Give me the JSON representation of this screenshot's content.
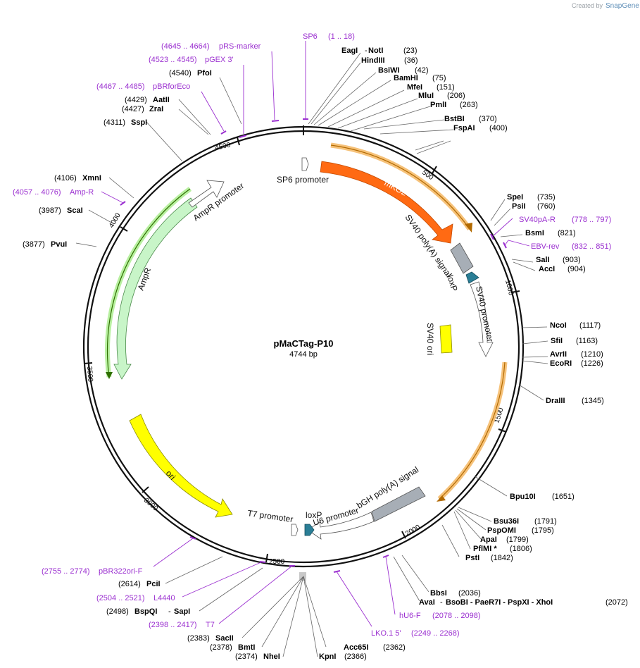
{
  "brand": {
    "created_by": "Created by",
    "app": "SnapGene"
  },
  "plasmid": {
    "name": "pMaCTag-P10",
    "length": "4744 bp"
  },
  "ticks": [
    "500",
    "1000",
    "1500",
    "2000",
    "2500",
    "3000",
    "3500",
    "4000",
    "4500"
  ],
  "features": [
    {
      "id": "sp6-promoter",
      "label": "SP6 promoter"
    },
    {
      "id": "mko2",
      "label": "mKO2"
    },
    {
      "id": "sv40-polya",
      "label": "SV40 poly(A) signal"
    },
    {
      "id": "loxp-1",
      "label": "loxP"
    },
    {
      "id": "sv40-promoter",
      "label": "SV40 promoter"
    },
    {
      "id": "sv40-ori",
      "label": "SV40 ori"
    },
    {
      "id": "bgh-polya",
      "label": "bGH poly(A) signal"
    },
    {
      "id": "u6-promoter",
      "label": "U6 promoter"
    },
    {
      "id": "loxp-2",
      "label": "loxP"
    },
    {
      "id": "t7-promoter",
      "label": "T7 promoter"
    },
    {
      "id": "ori",
      "label": "ori"
    },
    {
      "id": "ampr",
      "label": "AmpR"
    },
    {
      "id": "ampr-promoter",
      "label": "AmpR promoter"
    }
  ],
  "primers": [
    {
      "id": "sp6",
      "name": "SP6",
      "range": "(1 .. 18)"
    },
    {
      "id": "prs-marker",
      "name": "pRS-marker",
      "range": "(4645 .. 4664)"
    },
    {
      "id": "pgex3",
      "name": "pGEX 3'",
      "range": "(4523 .. 4545)"
    },
    {
      "id": "pbrforeco",
      "name": "pBRforEco",
      "range": "(4467 .. 4485)"
    },
    {
      "id": "amp-r",
      "name": "Amp-R",
      "range": "(4057 .. 4076)"
    },
    {
      "id": "sv40pa-r",
      "name": "SV40pA-R",
      "range": "(778 .. 797)"
    },
    {
      "id": "ebv-rev",
      "name": "EBV-rev",
      "range": "(832 .. 851)"
    },
    {
      "id": "hu6-f",
      "name": "hU6-F",
      "range": "(2078 .. 2098)"
    },
    {
      "id": "lko1-5",
      "name": "LKO.1 5'",
      "range": "(2249 .. 2268)"
    },
    {
      "id": "t7",
      "name": "T7",
      "range": "(2398 .. 2417)"
    },
    {
      "id": "l4440",
      "name": "L4440",
      "range": "(2504 .. 2521)"
    },
    {
      "id": "pbr322ori-f",
      "name": "pBR322ori-F",
      "range": "(2755 .. 2774)"
    }
  ],
  "enzymes_right": [
    {
      "name": "EagI",
      "extra": "NotI",
      "pos": "(23)"
    },
    {
      "name": "HindIII",
      "pos": "(36)"
    },
    {
      "name": "BsiWI",
      "pos": "(42)"
    },
    {
      "name": "BamHI",
      "pos": "(75)"
    },
    {
      "name": "MfeI",
      "pos": "(151)"
    },
    {
      "name": "MluI",
      "pos": "(206)"
    },
    {
      "name": "PmlI",
      "pos": "(263)"
    },
    {
      "name": "BstBI",
      "pos": "(370)"
    },
    {
      "name": "FspAI",
      "pos": "(400)"
    },
    {
      "name": "SpeI",
      "pos": "(735)"
    },
    {
      "name": "PsiI",
      "pos": "(760)"
    },
    {
      "name": "BsmI",
      "pos": "(821)"
    },
    {
      "name": "SalI",
      "pos": "(903)"
    },
    {
      "name": "AccI",
      "pos": "(904)"
    },
    {
      "name": "NcoI",
      "pos": "(1117)"
    },
    {
      "name": "SfiI",
      "pos": "(1163)"
    },
    {
      "name": "AvrII",
      "pos": "(1210)"
    },
    {
      "name": "EcoRI",
      "pos": "(1226)"
    },
    {
      "name": "DraIII",
      "pos": "(1345)"
    },
    {
      "name": "Bpu10I",
      "pos": "(1651)"
    },
    {
      "name": "Bsu36I",
      "pos": "(1791)"
    },
    {
      "name": "PspOMI",
      "pos": "(1795)"
    },
    {
      "name": "ApaI",
      "pos": "(1799)"
    },
    {
      "name": "PflMI *",
      "pos": "(1806)"
    },
    {
      "name": "PstI",
      "pos": "(1842)"
    },
    {
      "name": "BbsI",
      "pos": "(2036)"
    },
    {
      "name": "AvaI",
      "extra": "BsoBI - PaeR7I - PspXI - XhoI",
      "pos": "(2072)"
    }
  ],
  "enzymes_left": [
    {
      "name": "PfoI",
      "pos": "(4540)"
    },
    {
      "name": "AatII",
      "pos": "(4429)"
    },
    {
      "name": "ZraI",
      "pos": "(4427)"
    },
    {
      "name": "SspI",
      "pos": "(4311)"
    },
    {
      "name": "XmnI",
      "pos": "(4106)"
    },
    {
      "name": "ScaI",
      "pos": "(3987)"
    },
    {
      "name": "PvuI",
      "pos": "(3877)"
    },
    {
      "name": "PciI",
      "pos": "(2614)"
    },
    {
      "name": "BspQI",
      "extra": "SapI",
      "pos": "(2498)"
    },
    {
      "name": "SacII",
      "pos": "(2383)"
    },
    {
      "name": "BmtI",
      "pos": "(2378)"
    },
    {
      "name": "NheI",
      "pos": "(2374)"
    },
    {
      "name": "KpnI",
      "pos": "(2366)"
    },
    {
      "name": "Acc65I",
      "pos": "(2362)"
    }
  ]
}
